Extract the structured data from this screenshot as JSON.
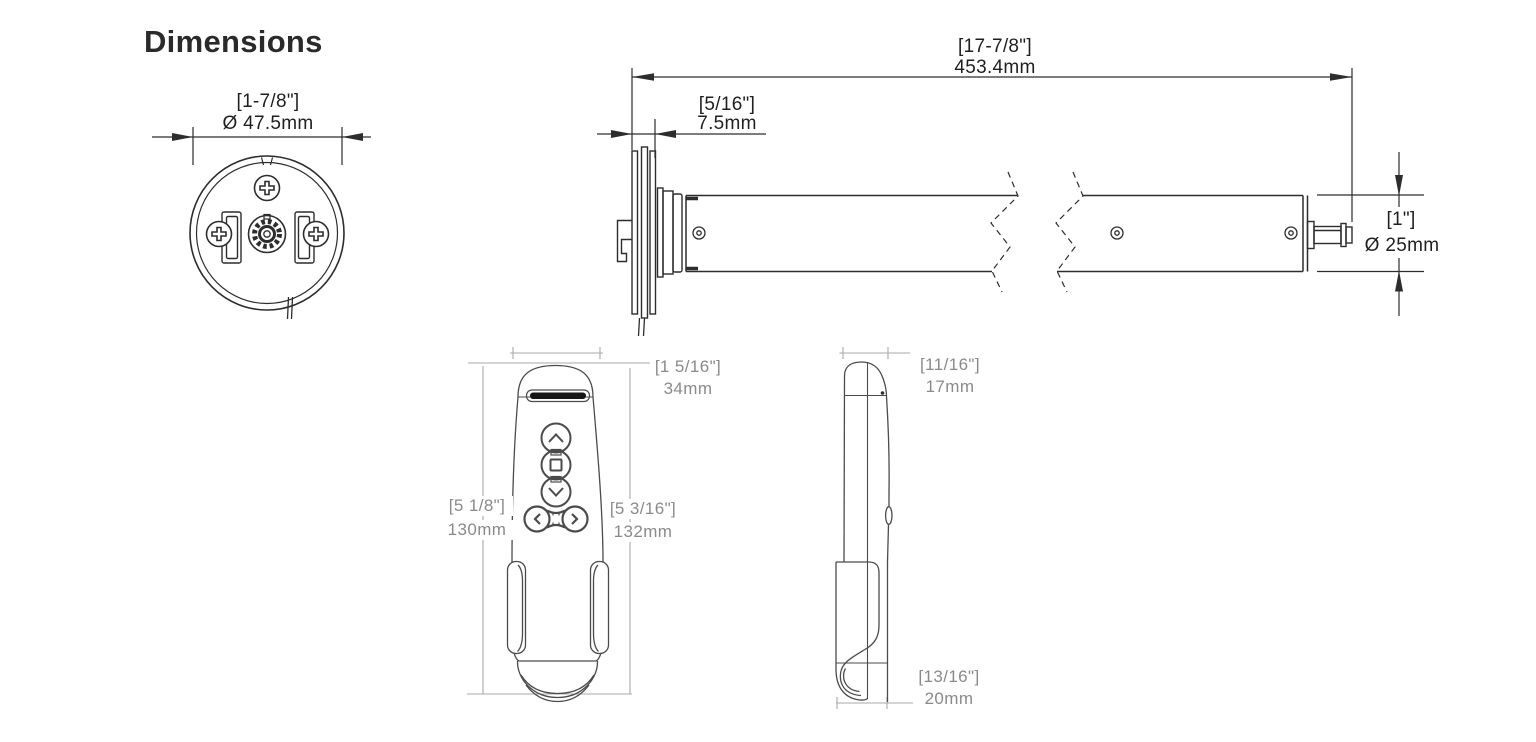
{
  "title": "Dimensions",
  "colors": {
    "background": "#ffffff",
    "drawing_line_dark": "#2d2d2d",
    "drawing_line_remote": "#4b4b4b",
    "dimension_line_gray": "#a0a0a0",
    "dimension_text_dark": "#1f1f1f",
    "dimension_text_gray": "#8a8a8a"
  },
  "end_view": {
    "diameter": {
      "imperial": "[1-7/8\"]",
      "metric": "Ø 47.5mm"
    }
  },
  "motor_view": {
    "length": {
      "imperial": "[17-7/8\"]",
      "metric": "453.4mm"
    },
    "bracket_thickness": {
      "imperial": "[5/16\"]",
      "metric": "7.5mm"
    },
    "tube_diameter": {
      "imperial": "[1\"]",
      "metric": "Ø 25mm"
    }
  },
  "remote_front": {
    "width": {
      "imperial": "[1 5/16\"]",
      "metric": "34mm"
    },
    "body_height": {
      "imperial": "[5 1/8\"]",
      "metric": "130mm"
    },
    "holder_height": {
      "imperial": "[5 3/16\"]",
      "metric": "132mm"
    }
  },
  "remote_side": {
    "depth": {
      "imperial": "[11/16\"]",
      "metric": "17mm"
    },
    "holder_depth": {
      "imperial": "[13/16\"]",
      "metric": "20mm"
    }
  }
}
